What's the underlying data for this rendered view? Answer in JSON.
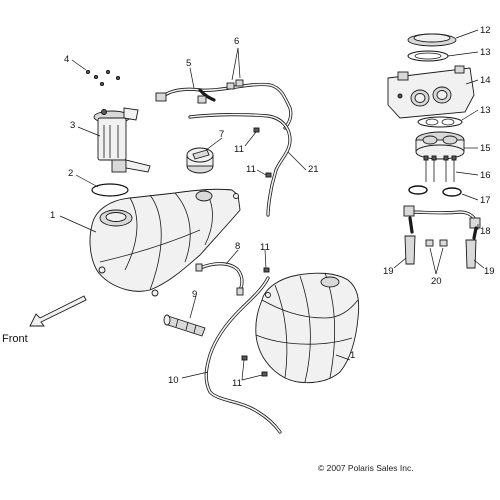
{
  "diagram": {
    "front_label": "Front",
    "copyright": "© 2007 Polaris Sales Inc.",
    "callouts": {
      "c1a": "1",
      "c1b": "1",
      "c2": "2",
      "c3": "3",
      "c4": "4",
      "c5": "5",
      "c6": "6",
      "c7": "7",
      "c8": "8",
      "c9": "9",
      "c10": "10",
      "c11a": "11",
      "c11b": "11",
      "c11c": "11",
      "c11d": "11",
      "c12": "12",
      "c13a": "13",
      "c13b": "13",
      "c14": "14",
      "c15": "15",
      "c16": "16",
      "c17": "17",
      "c18": "18",
      "c19a": "19",
      "c19b": "19",
      "c20": "20",
      "c21": "21"
    }
  }
}
